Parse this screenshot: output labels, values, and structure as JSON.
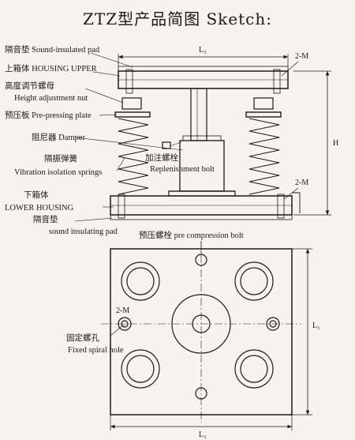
{
  "title": "ZTZ型产品简图 Sketch:",
  "labels": {
    "sound_pad_top": "隔音垫 Sound-insulated pad",
    "housing_upper": "上箱体 HOUSING UPPER",
    "height_nut_cn": "高度调节螺母",
    "height_nut_en": "Height adjustment nut",
    "pre_plate": "预压板 Pre-pressing plate",
    "damper": "阻尼器 Damper",
    "springs_cn": "隔振弹簧",
    "springs_en": "Vibration isolation springs",
    "replenish_cn": "加注螺栓",
    "replenish_en": "Replenishment bolt",
    "lower_housing_cn": "下箱体",
    "lower_housing_en": "LOWER HOUSING",
    "sound_pad_bottom_cn": "隔音垫",
    "sound_pad_bottom_en": "sound insulating pad",
    "pre_bolt": "预压螺栓 pre compression bolt",
    "fixed_hole_cn": "固定螺孔",
    "fixed_hole_en": "Fixed spiral hole"
  },
  "dimensions": {
    "l3": "L₃",
    "h": "H",
    "l1": "L₁",
    "l2": "L₂",
    "m_top": "2-M",
    "m_side": "2-M",
    "m_plan": "2-M"
  }
}
